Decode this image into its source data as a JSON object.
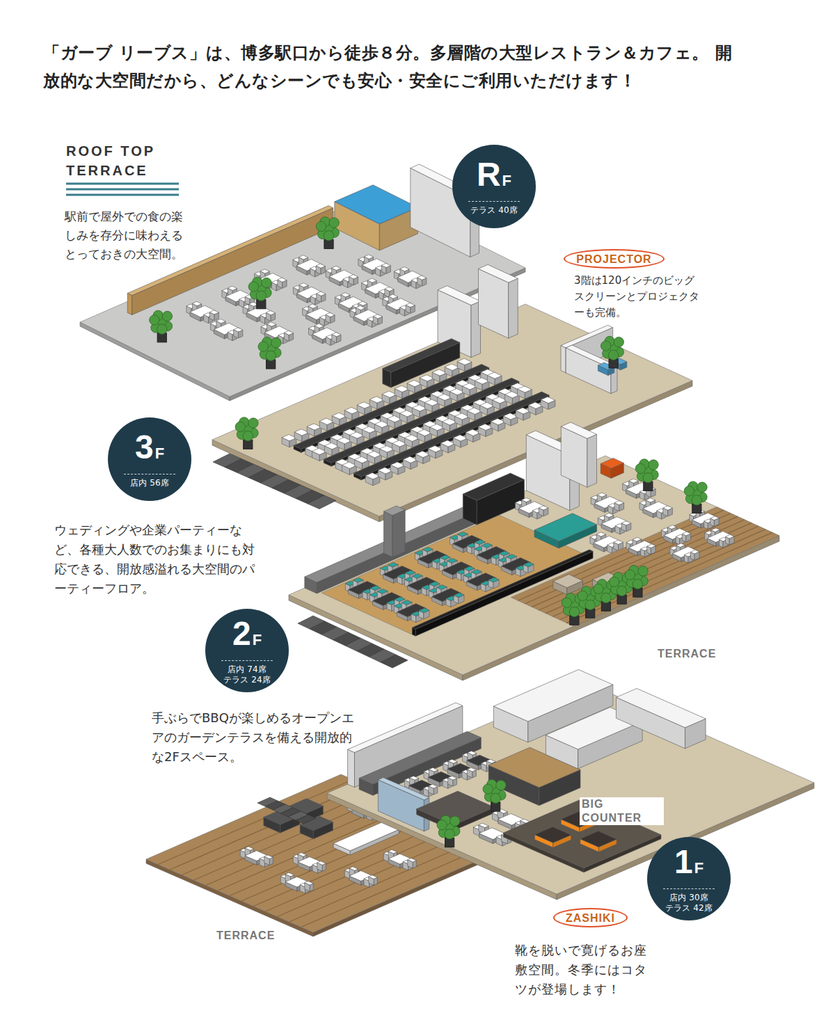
{
  "diagram": {
    "title": "「ガーブ リーブス」は、博多駅口から徒歩８分。多層階の大型レストラン＆カフェ。 開放的な大空間だから、どんなシーンでも安心・安全にご利用いただけます！",
    "nodes": [
      {
        "text": [
          "R",
          "F",
          "テラス 40席"
        ]
      },
      {
        "text": [
          "PROJECTOR"
        ]
      },
      {
        "text": [
          "3",
          "F",
          "店内 56席"
        ]
      },
      {
        "text": [
          "2",
          "F",
          "店内 74席",
          "テラス 24席"
        ]
      },
      {
        "text": [
          "1",
          "F",
          "店内 30席",
          "テラス 42席"
        ]
      },
      {
        "text": [
          "ZASHIKI"
        ]
      }
    ],
    "labels": [
      "ROOF TOP TERRACE",
      "駅前で屋外での食の楽しみを存分に味わえるとっておきの大空間。",
      "3階は120インチのビッグスクリーンとプロジェクターも完備。",
      "ウェディングや企業パーティーなど、各種大人数でのお集まりにも対応できる、開放感溢れる大空間のパーティーフロア。",
      "TERRACE",
      "手ぶらでBBQが楽しめるオープンエアのガーデンテラスを備える開放的な2Fスペース。",
      "BIG COUNTER",
      "TERRACE",
      "靴を脱いで寛げるお座敷空間。冬季にはコタツが登場します！"
    ]
  }
}
